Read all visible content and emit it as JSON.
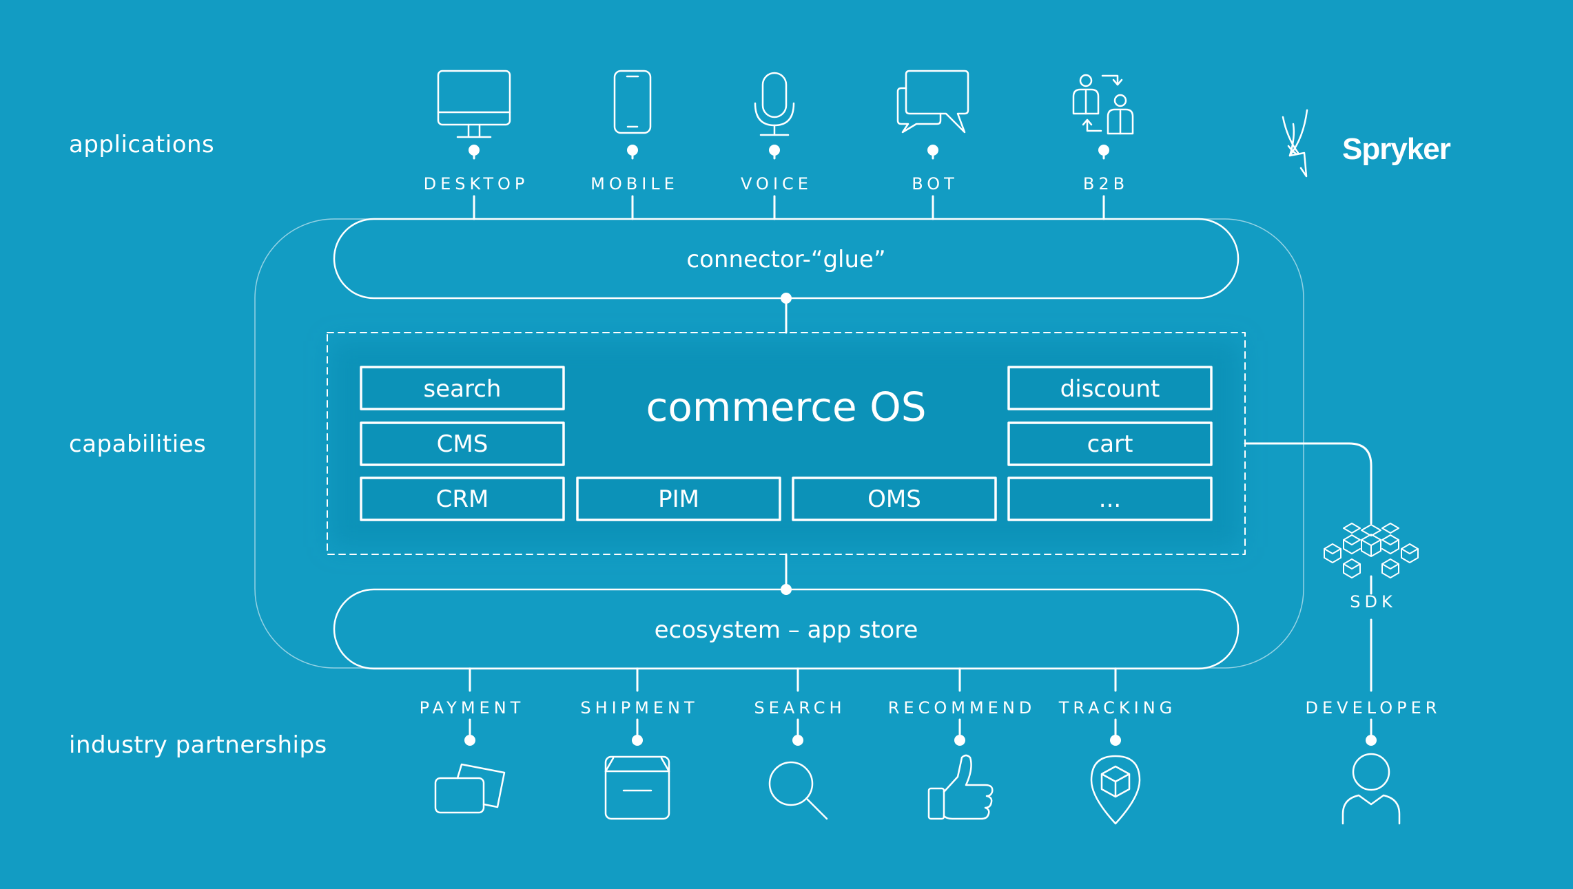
{
  "row_labels": {
    "applications": "applications",
    "capabilities": "capabilities",
    "industry": "industry partnerships"
  },
  "applications": [
    {
      "label": "DESKTOP",
      "icon": "desktop-icon"
    },
    {
      "label": "MOBILE",
      "icon": "mobile-icon"
    },
    {
      "label": "VOICE",
      "icon": "microphone-icon"
    },
    {
      "label": "BOT",
      "icon": "chat-bubbles-icon"
    },
    {
      "label": "B2B",
      "icon": "b2b-users-icon"
    }
  ],
  "connector": "connector-“glue”",
  "commerce_os": {
    "title": "commerce OS",
    "modules": [
      "search",
      "CMS",
      "CRM",
      "PIM",
      "OMS",
      "discount",
      "cart",
      "..."
    ]
  },
  "ecosystem": "ecosystem – app store",
  "sdk": {
    "label": "SDK",
    "icon": "sdk-cubes-icon"
  },
  "partners": [
    {
      "label": "PAYMENT",
      "icon": "payment-cards-icon"
    },
    {
      "label": "SHIPMENT",
      "icon": "package-icon"
    },
    {
      "label": "SEARCH",
      "icon": "magnifier-icon"
    },
    {
      "label": "RECOMMEND",
      "icon": "thumbs-up-icon"
    },
    {
      "label": "TRACKING",
      "icon": "location-pin-icon"
    }
  ],
  "developer": {
    "label": "DEVELOPER",
    "icon": "developer-user-icon"
  },
  "brand": {
    "name": "Spryker",
    "icon": "spryker-antelope-logo"
  },
  "colors": {
    "background": "#129cc3",
    "foreground": "#ffffff"
  }
}
